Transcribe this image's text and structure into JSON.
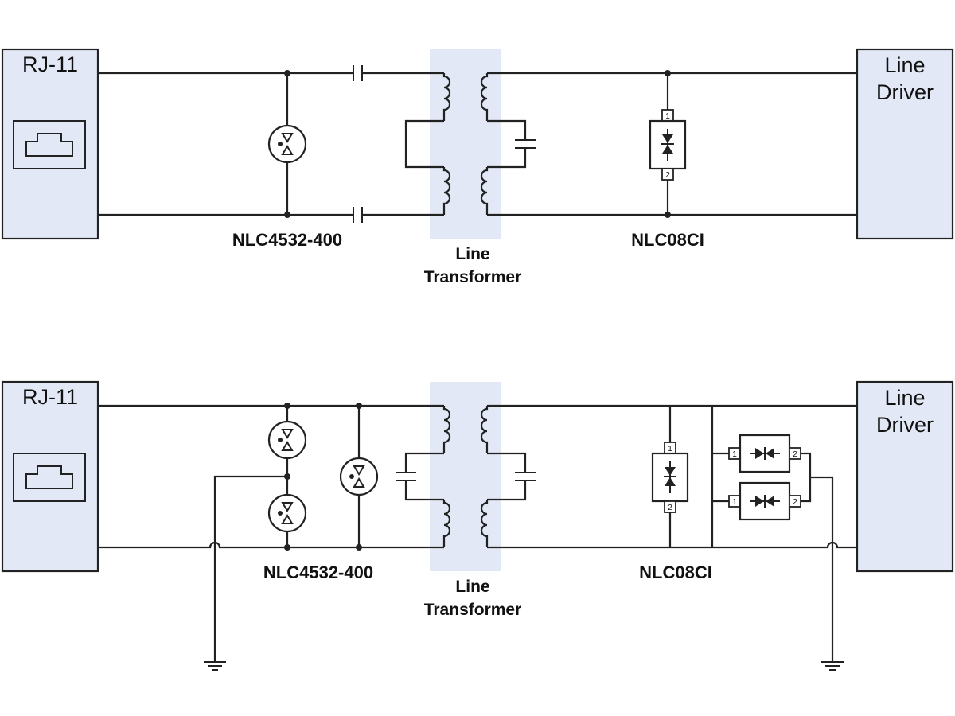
{
  "top": {
    "connector_label": "RJ-11",
    "driver_label_line1": "Line",
    "driver_label_line2": "Driver",
    "gdt_label": "NLC4532-400",
    "tvs_label": "NLC08CI",
    "transformer_label_line1": "Line",
    "transformer_label_line2": "Transformer"
  },
  "bottom": {
    "connector_label": "RJ-11",
    "driver_label_line1": "Line",
    "driver_label_line2": "Driver",
    "gdt_label": "NLC4532-400",
    "tvs_label": "NLC08CI",
    "transformer_label_line1": "Line",
    "transformer_label_line2": "Transformer"
  },
  "pin_labels": {
    "pin1": "1",
    "pin2": "2"
  },
  "colors": {
    "box_fill": "#e2e8f5",
    "wire": "#222222"
  },
  "icons": [
    "rj11-jack-icon",
    "gas-discharge-tube-icon",
    "capacitor-icon",
    "transformer-coil-icon",
    "tvs-diode-icon",
    "ground-icon"
  ]
}
